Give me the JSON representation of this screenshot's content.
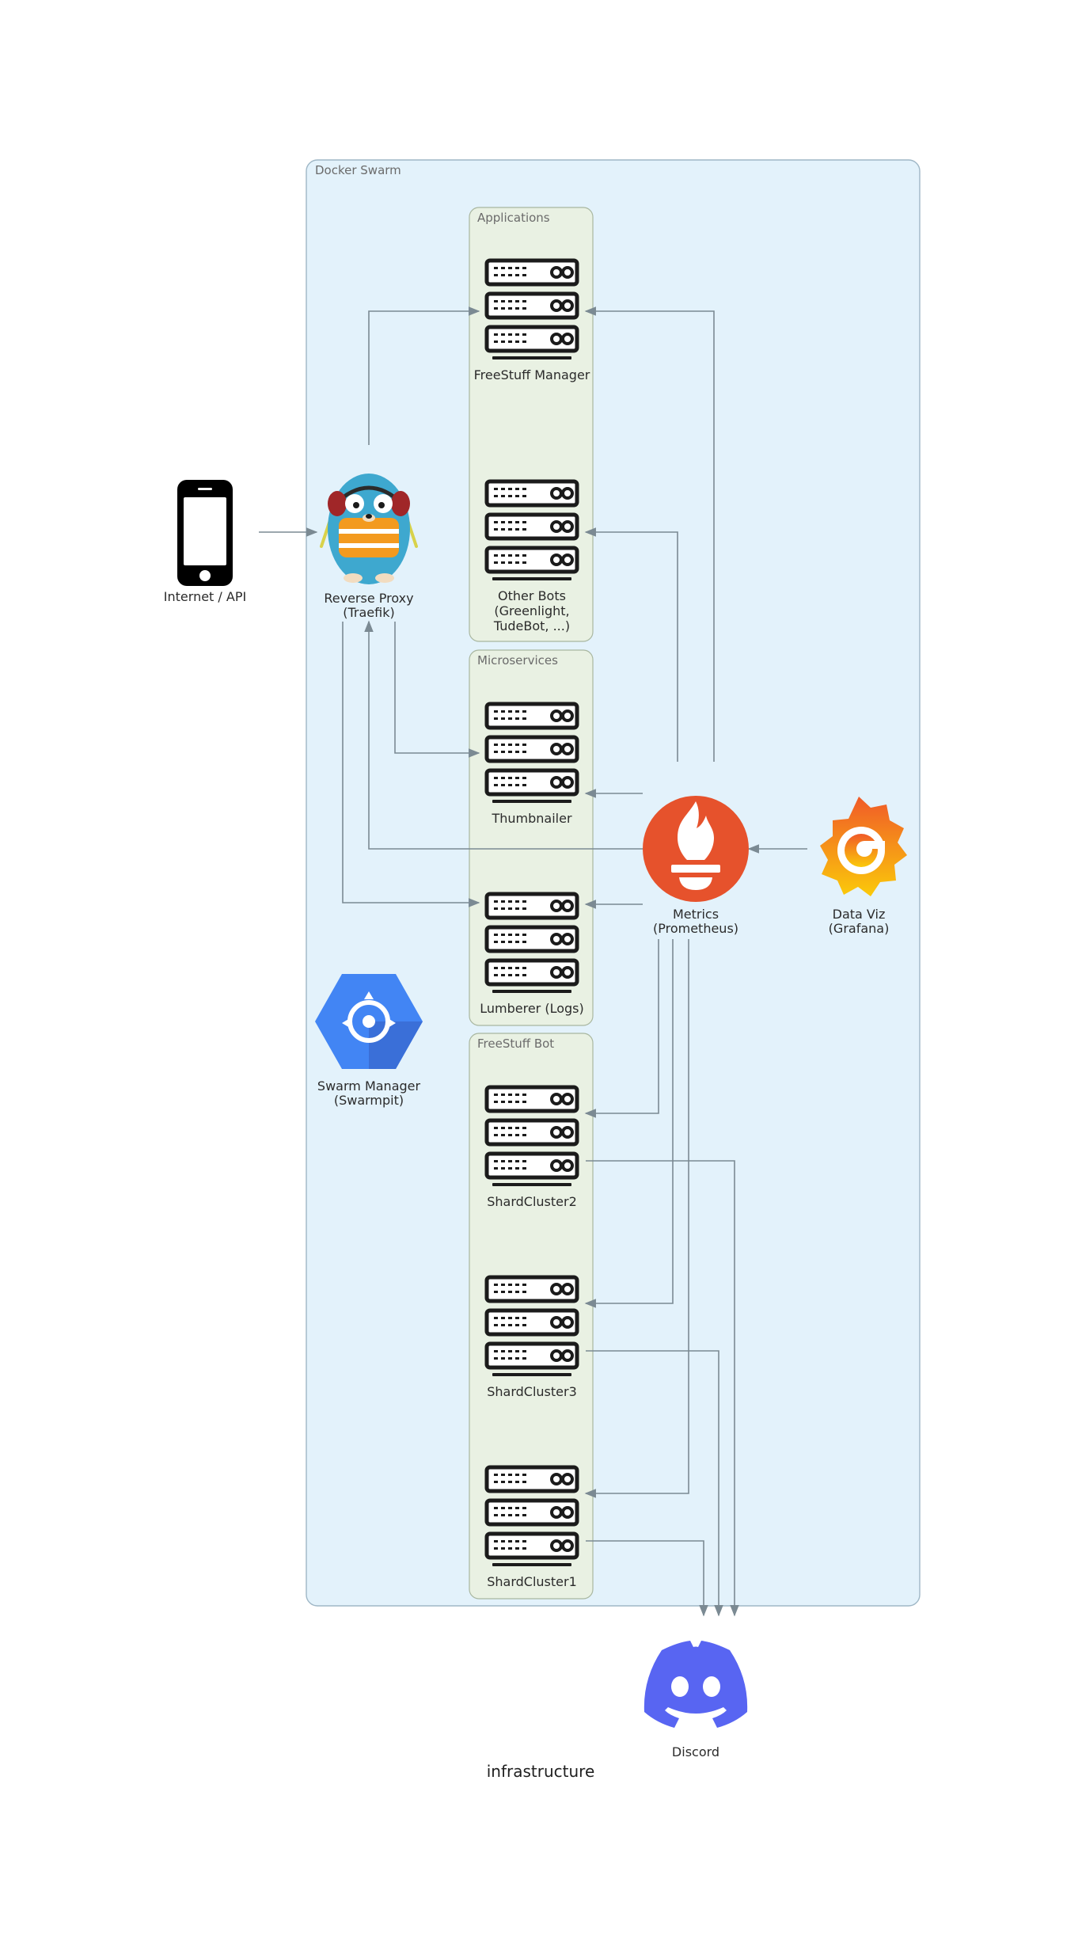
{
  "title": "infrastructure",
  "clusters": {
    "swarm": "Docker Swarm",
    "applications": "Applications",
    "microservices": "Microservices",
    "freestuff_bot": "FreeStuff Bot"
  },
  "nodes": {
    "internet": {
      "label": [
        "Internet / API"
      ],
      "icon": "mobile-phone-icon"
    },
    "proxy": {
      "label": [
        "Reverse Proxy",
        "(Traefik)"
      ],
      "icon": "traefik-gopher-icon"
    },
    "manager": {
      "label": [
        "FreeStuff Manager"
      ],
      "icon": "server-rack-icon"
    },
    "other_bots": {
      "label": [
        "Other Bots",
        "(Greenlight,",
        "TudeBot, ...)"
      ],
      "icon": "server-rack-icon"
    },
    "thumbnailer": {
      "label": [
        "Thumbnailer"
      ],
      "icon": "server-rack-icon"
    },
    "lumberer": {
      "label": [
        "Lumberer (Logs)"
      ],
      "icon": "server-rack-icon"
    },
    "metrics": {
      "label": [
        "Metrics",
        "(Prometheus)"
      ],
      "icon": "prometheus-icon"
    },
    "grafana": {
      "label": [
        "Data Viz",
        "(Grafana)"
      ],
      "icon": "grafana-icon"
    },
    "swarmpit": {
      "label": [
        "Swarm Manager",
        "(Swarmpit)"
      ],
      "icon": "swarmpit-icon"
    },
    "shard2": {
      "label": [
        "ShardCluster2"
      ],
      "icon": "server-rack-icon"
    },
    "shard3": {
      "label": [
        "ShardCluster3"
      ],
      "icon": "server-rack-icon"
    },
    "shard1": {
      "label": [
        "ShardCluster1"
      ],
      "icon": "server-rack-icon"
    },
    "discord": {
      "label": [
        "Discord"
      ],
      "icon": "discord-icon"
    }
  },
  "colors": {
    "swarm_fill": "#e3f2fb",
    "swarm_stroke": "#9fb7c6",
    "group_fill": "#e9f1e3",
    "group_stroke": "#a9b7a0",
    "edge": "#7b8a93",
    "prometheus": "#e6522c",
    "discord": "#5865f2",
    "swarmpit": "#4285f4"
  }
}
